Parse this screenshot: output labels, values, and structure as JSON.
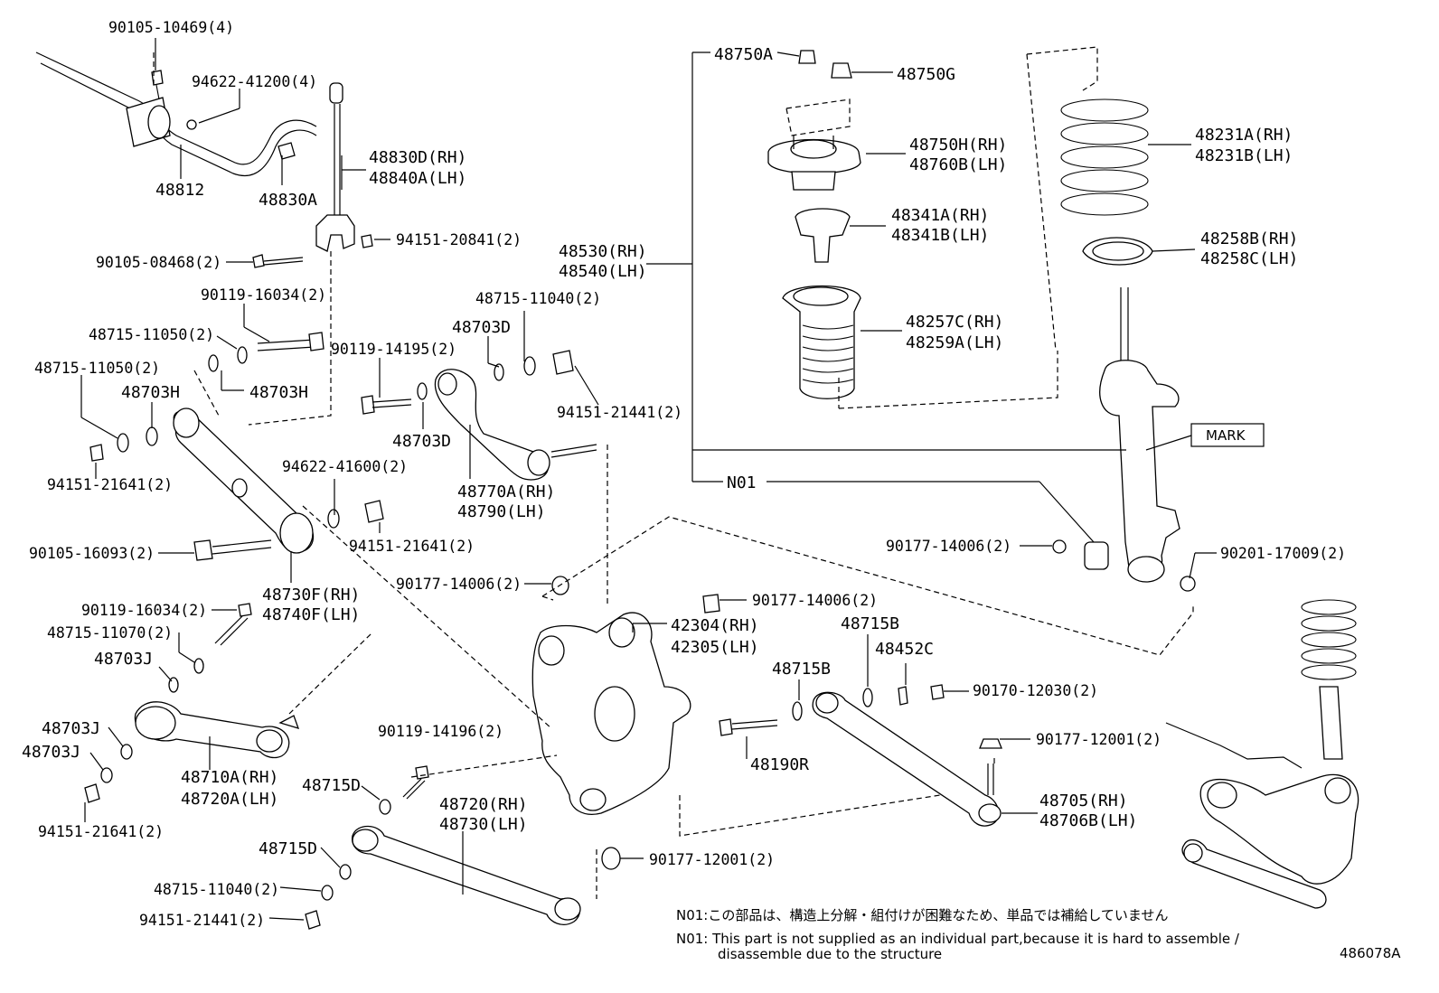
{
  "labels": {
    "l1": "90105-10469(4)",
    "l2": "94622-41200(4)",
    "l3": "48812",
    "l4": "48830A",
    "l5": "48830D(RH)",
    "l6": "48840A(LH)",
    "l7": "94151-20841(2)",
    "l8": "90105-08468(2)",
    "l9": "90119-16034(2)",
    "l10": "48715-11050(2)",
    "l11": "48715-11050(2)",
    "l12": "48703H",
    "l13": "48703H",
    "l14": "94151-21641(2)",
    "l15": "90119-14195(2)",
    "l16": "48703D",
    "l17": "48715-11040(2)",
    "l18": "48703D",
    "l19": "94151-21441(2)",
    "l20": "48770A(RH)",
    "l21": "48790(LH)",
    "l22": "94622-41600(2)",
    "l23": "94151-21641(2)",
    "l24": "90105-16093(2)",
    "l25": "48730F(RH)",
    "l26": "48740F(LH)",
    "l27": "90177-14006(2)",
    "l28": "90119-16034(2)",
    "l29": "48715-11070(2)",
    "l30": "48703J",
    "l31": "48703J",
    "l32": "48703J",
    "l33": "48710A(RH)",
    "l34": "48720A(LH)",
    "l35": "94151-21641(2)",
    "l36": "90119-14196(2)",
    "l37": "48715D",
    "l38": "48720(RH)",
    "l39": "48730(LH)",
    "l40": "48715D",
    "l41": "48715-11040(2)",
    "l42": "94151-21441(2)",
    "l43": "90177-12001(2)",
    "l44": "42304(RH)",
    "l45": "42305(LH)",
    "l46": "90177-14006(2)",
    "l47": "48715B",
    "l48": "48452C",
    "l49": "48715B",
    "l50": "90170-12030(2)",
    "l51": "48190R",
    "l52": "90177-12001(2)",
    "l53": "48705(RH)",
    "l54": "48706B(LH)",
    "l55": "48750A",
    "l56": "48750G",
    "l57": "48750H(RH)",
    "l58": "48760B(LH)",
    "l59": "48341A(RH)",
    "l60": "48341B(LH)",
    "l61": "48530(RH)",
    "l62": "48540(LH)",
    "l63": "48257C(RH)",
    "l64": "48259A(LH)",
    "l65": "48231A(RH)",
    "l66": "48231B(LH)",
    "l67": "48258B(RH)",
    "l68": "48258C(LH)",
    "l69": "MARK",
    "l70": "N01",
    "l71": "90177-14006(2)",
    "l72": "90201-17009(2)"
  },
  "notes": {
    "n1": "N01:この部品は、構造上分解・組付けが困難なため、単品では補給していません",
    "n2": "N01: This part is not supplied as an individual part,because it is hard to assemble /",
    "n3": "disassemble due to the structure"
  },
  "diagram_id": "486078A"
}
